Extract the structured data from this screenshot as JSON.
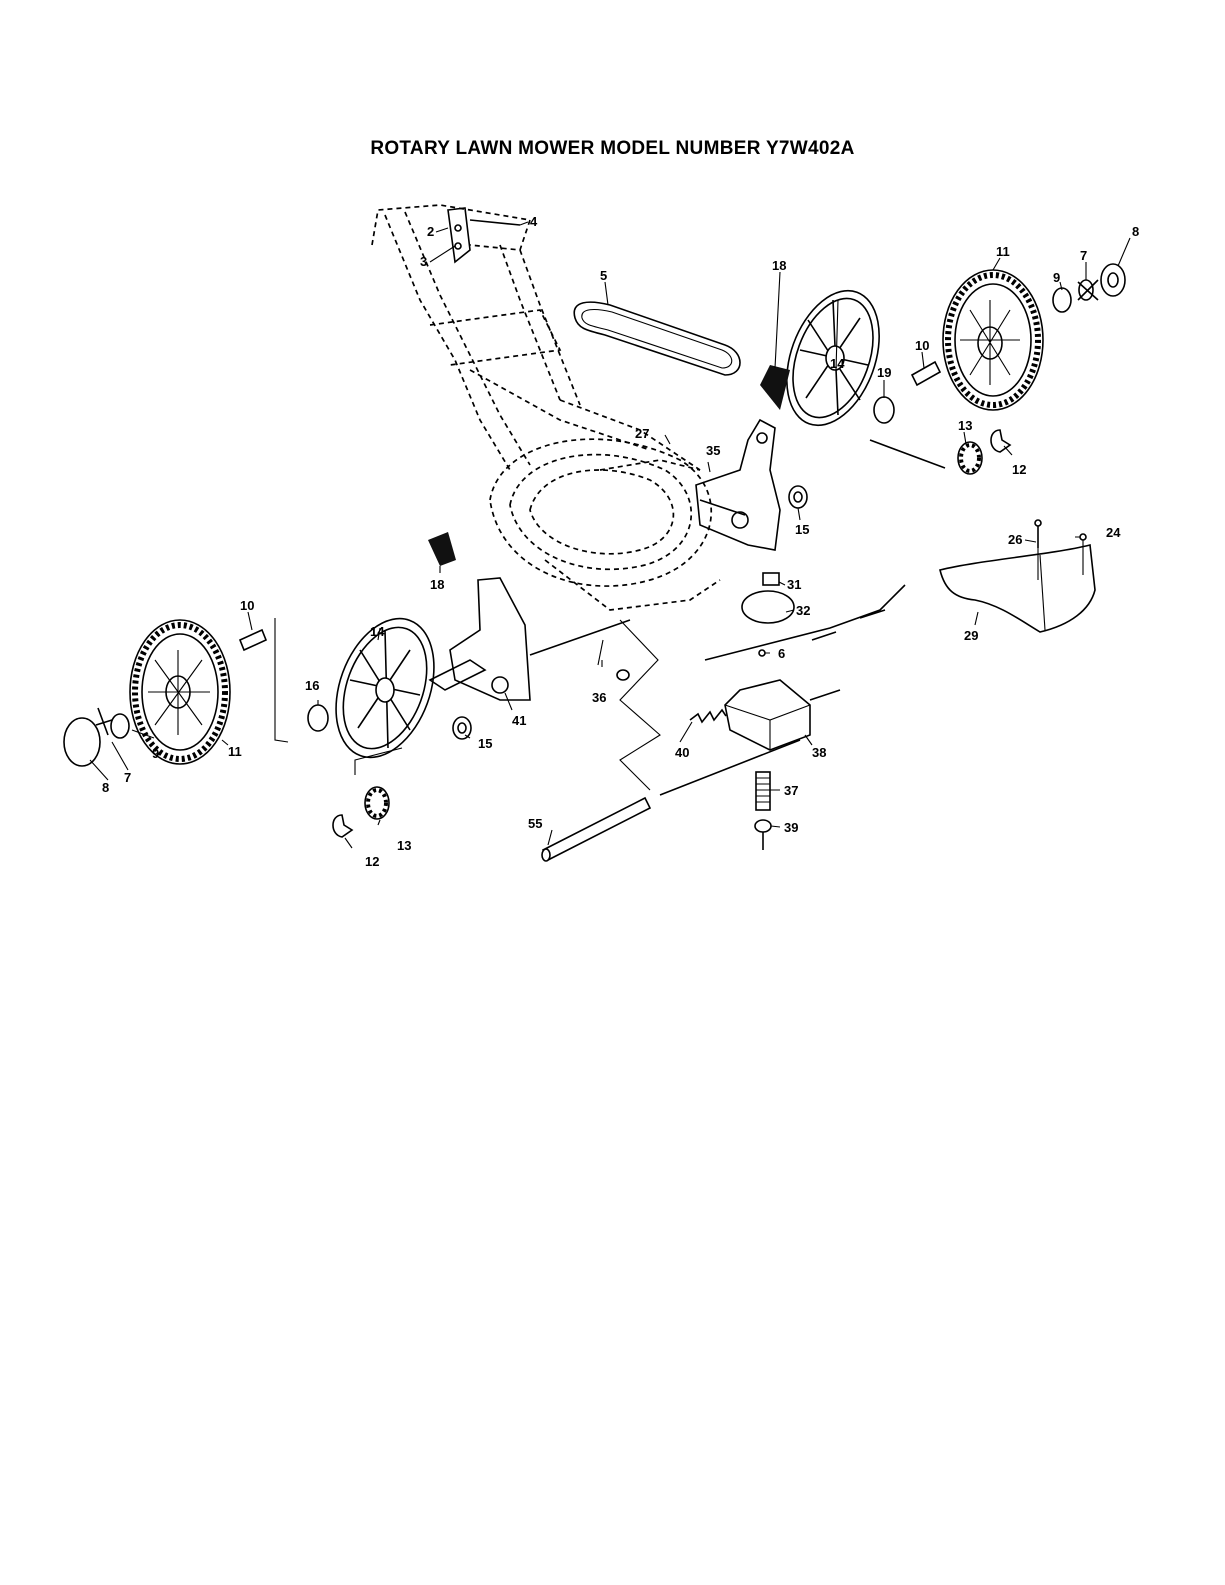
{
  "title": "ROTARY LAWN MOWER MODEL NUMBER Y7W402A",
  "callouts": {
    "c2": "2",
    "c3": "3",
    "c4": "4",
    "c5": "5",
    "c11r": "11",
    "c9r": "9",
    "c7r": "7",
    "c8r": "8",
    "c19": "19",
    "c14r": "14",
    "c18r": "18",
    "c10r": "10",
    "c13r": "13",
    "c12r": "12",
    "c27": "27",
    "c35": "35",
    "c15r": "15",
    "c26": "26",
    "c24": "24",
    "c29": "29",
    "c18l": "18",
    "c31": "31",
    "c32": "32",
    "c6": "6",
    "c10l": "10",
    "c14l": "14",
    "c16": "16",
    "c41": "41",
    "c15l": "15",
    "c36": "36",
    "c40": "40",
    "c38": "38",
    "c37": "37",
    "c39": "39",
    "c55": "55",
    "c11l": "11",
    "c9l": "9",
    "c7l": "7",
    "c8l": "8",
    "c13l": "13",
    "c12l": "12"
  }
}
